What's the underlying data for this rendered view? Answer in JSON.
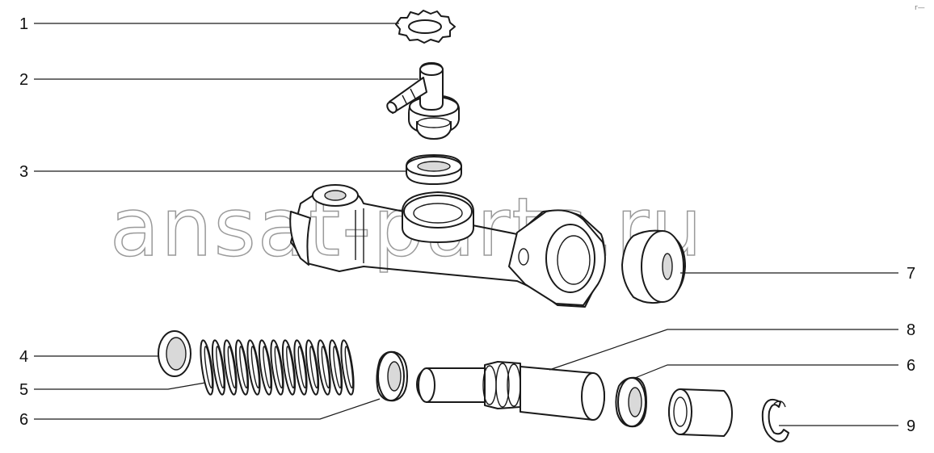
{
  "diagram": {
    "watermark": "ansat-parts.ru",
    "corner_mark": "r—",
    "callouts": [
      {
        "id": "c1",
        "label": "1"
      },
      {
        "id": "c2",
        "label": "2"
      },
      {
        "id": "c3",
        "label": "3"
      },
      {
        "id": "c4",
        "label": "4"
      },
      {
        "id": "c5",
        "label": "5"
      },
      {
        "id": "c6a",
        "label": "6"
      },
      {
        "id": "c7",
        "label": "7"
      },
      {
        "id": "c8",
        "label": "8"
      },
      {
        "id": "c6b",
        "label": "6"
      },
      {
        "id": "c9",
        "label": "9"
      }
    ],
    "parts": [
      {
        "number": "1",
        "icon": "toothed-lock-washer-icon"
      },
      {
        "number": "2",
        "icon": "hose-fitting-icon"
      },
      {
        "number": "3",
        "icon": "sealing-washer-icon"
      },
      {
        "number": "4",
        "icon": "flat-ring-icon"
      },
      {
        "number": "5",
        "icon": "coil-spring-icon"
      },
      {
        "number": "6",
        "icon": "cup-seal-icon"
      },
      {
        "number": "7",
        "icon": "dust-boot-icon"
      },
      {
        "number": "8",
        "icon": "piston-icon"
      },
      {
        "number": "9",
        "icon": "circlip-icon"
      }
    ],
    "colors": {
      "line": "#1a1a1a",
      "watermark_stroke": "#9a9a9a",
      "background": "#ffffff"
    }
  }
}
